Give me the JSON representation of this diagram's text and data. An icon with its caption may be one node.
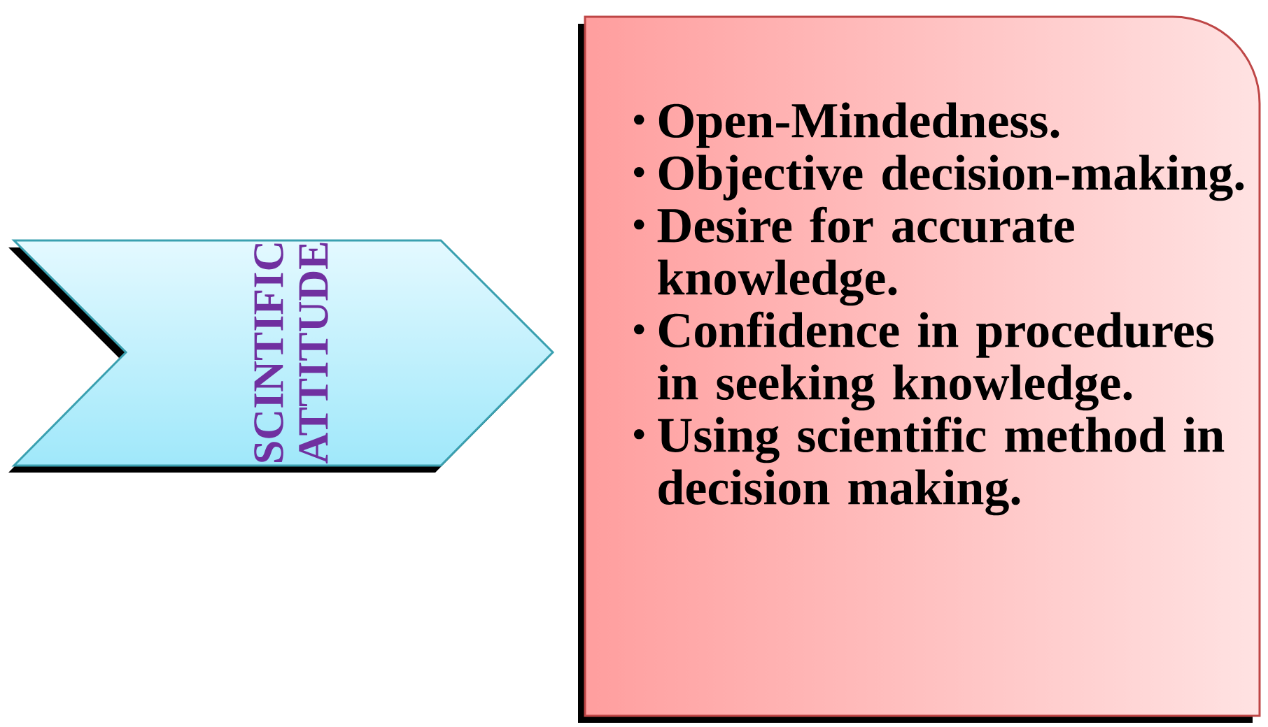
{
  "diagram": {
    "nodes": [
      {
        "text": [
          "SCINTIFIC ATTITUDE"
        ]
      },
      {
        "text": [
          "Open-Mindedness.",
          "Objective decision-making.",
          "Desire for accurate knowledge.",
          "Confidence in procedures in seeking knowledge.",
          "Using scientific method in decision making."
        ]
      }
    ]
  }
}
